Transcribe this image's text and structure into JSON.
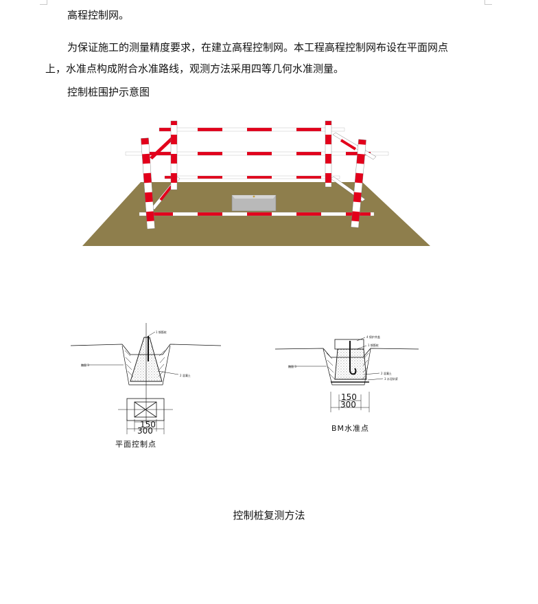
{
  "text": {
    "line1": "高程控制网。",
    "line2": "为保证施工的测量精度要求，在建立高程控制网。本工程高程控制网布设在平面网点",
    "line3": "上，水准点构成附合水准路线，观测方法采用四等几何水准测量。",
    "line4": "控制桩围护示意图",
    "caption": "控制桩复测方法"
  },
  "drawing_left": {
    "label": "平面控制点",
    "dim_inner": "150",
    "dim_outer": "300"
  },
  "drawing_right": {
    "label": "BM水准点",
    "dim_inner": "150",
    "dim_outer": "300"
  },
  "colors": {
    "ground": "#8e7e4c",
    "pole_red": "#e3001b",
    "pole_white": "#ffffff",
    "marker": "#b9b9b9"
  }
}
